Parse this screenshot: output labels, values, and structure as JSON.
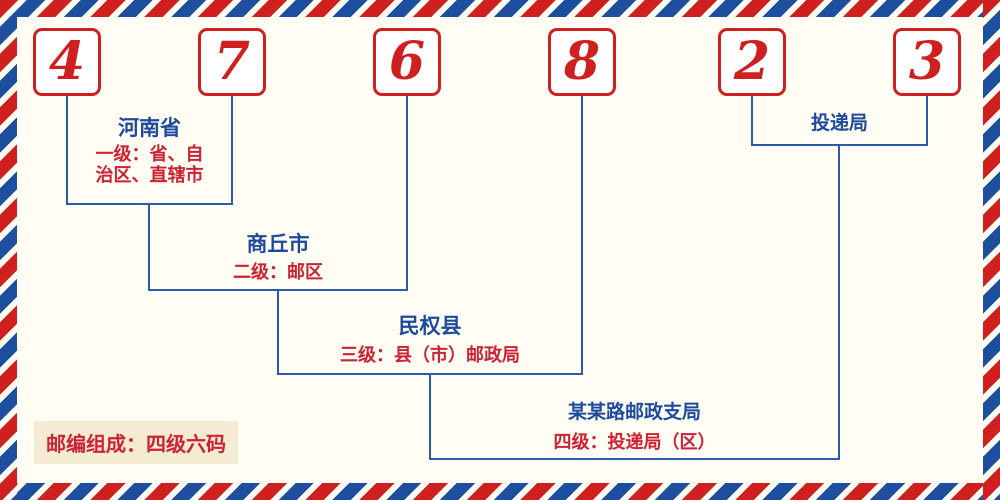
{
  "postal_code": {
    "digits": [
      "4",
      "7",
      "6",
      "8",
      "2",
      "3"
    ]
  },
  "levels": {
    "level1": {
      "name": "河南省",
      "desc_line1": "一级：省、自",
      "desc_line2": "治区、直辖市"
    },
    "level2": {
      "name": "商丘市",
      "desc": "二级：邮区"
    },
    "level3": {
      "name": "民权县",
      "desc": "三级：县（市）邮政局"
    },
    "level4": {
      "name": "某某路邮政支局",
      "desc": "四级：投递局（区）"
    },
    "delivery": {
      "name": "投递局"
    }
  },
  "footer": {
    "label": "邮编组成：四级六码"
  },
  "colors": {
    "digit_red": "#cf1f1f",
    "border_blue": "#1d4f9e",
    "label_blue": "#1e4a9e",
    "desc_red": "#cc2233",
    "line_blue": "#2a5caa"
  }
}
